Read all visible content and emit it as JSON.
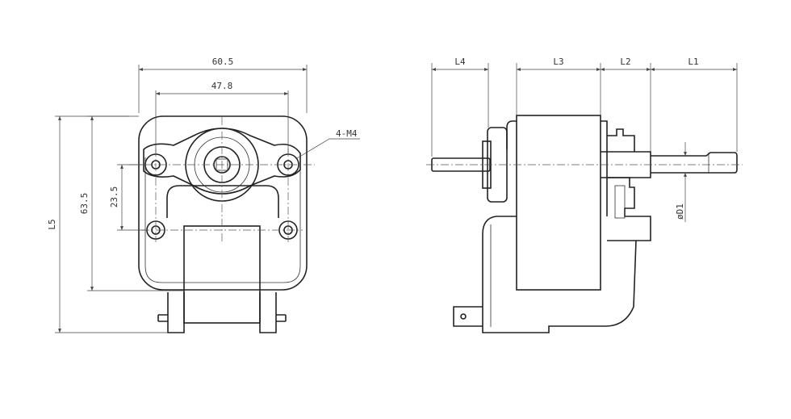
{
  "front_view": {
    "dim_width_outer": "60.5",
    "dim_hole_spacing_h": "47.8",
    "dim_hole_spacing_v": "23.5",
    "dim_height_frame": "63.5",
    "dim_height_total": "L5",
    "hole_callout": "4-M4"
  },
  "side_view": {
    "dim_shaft_rear": "L4",
    "dim_coil": "L3",
    "dim_bearing": "L2",
    "dim_shaft_front": "L1",
    "dim_shaft_diameter": "øD1"
  },
  "colors": {
    "line": "#222222",
    "background": "#ffffff"
  }
}
